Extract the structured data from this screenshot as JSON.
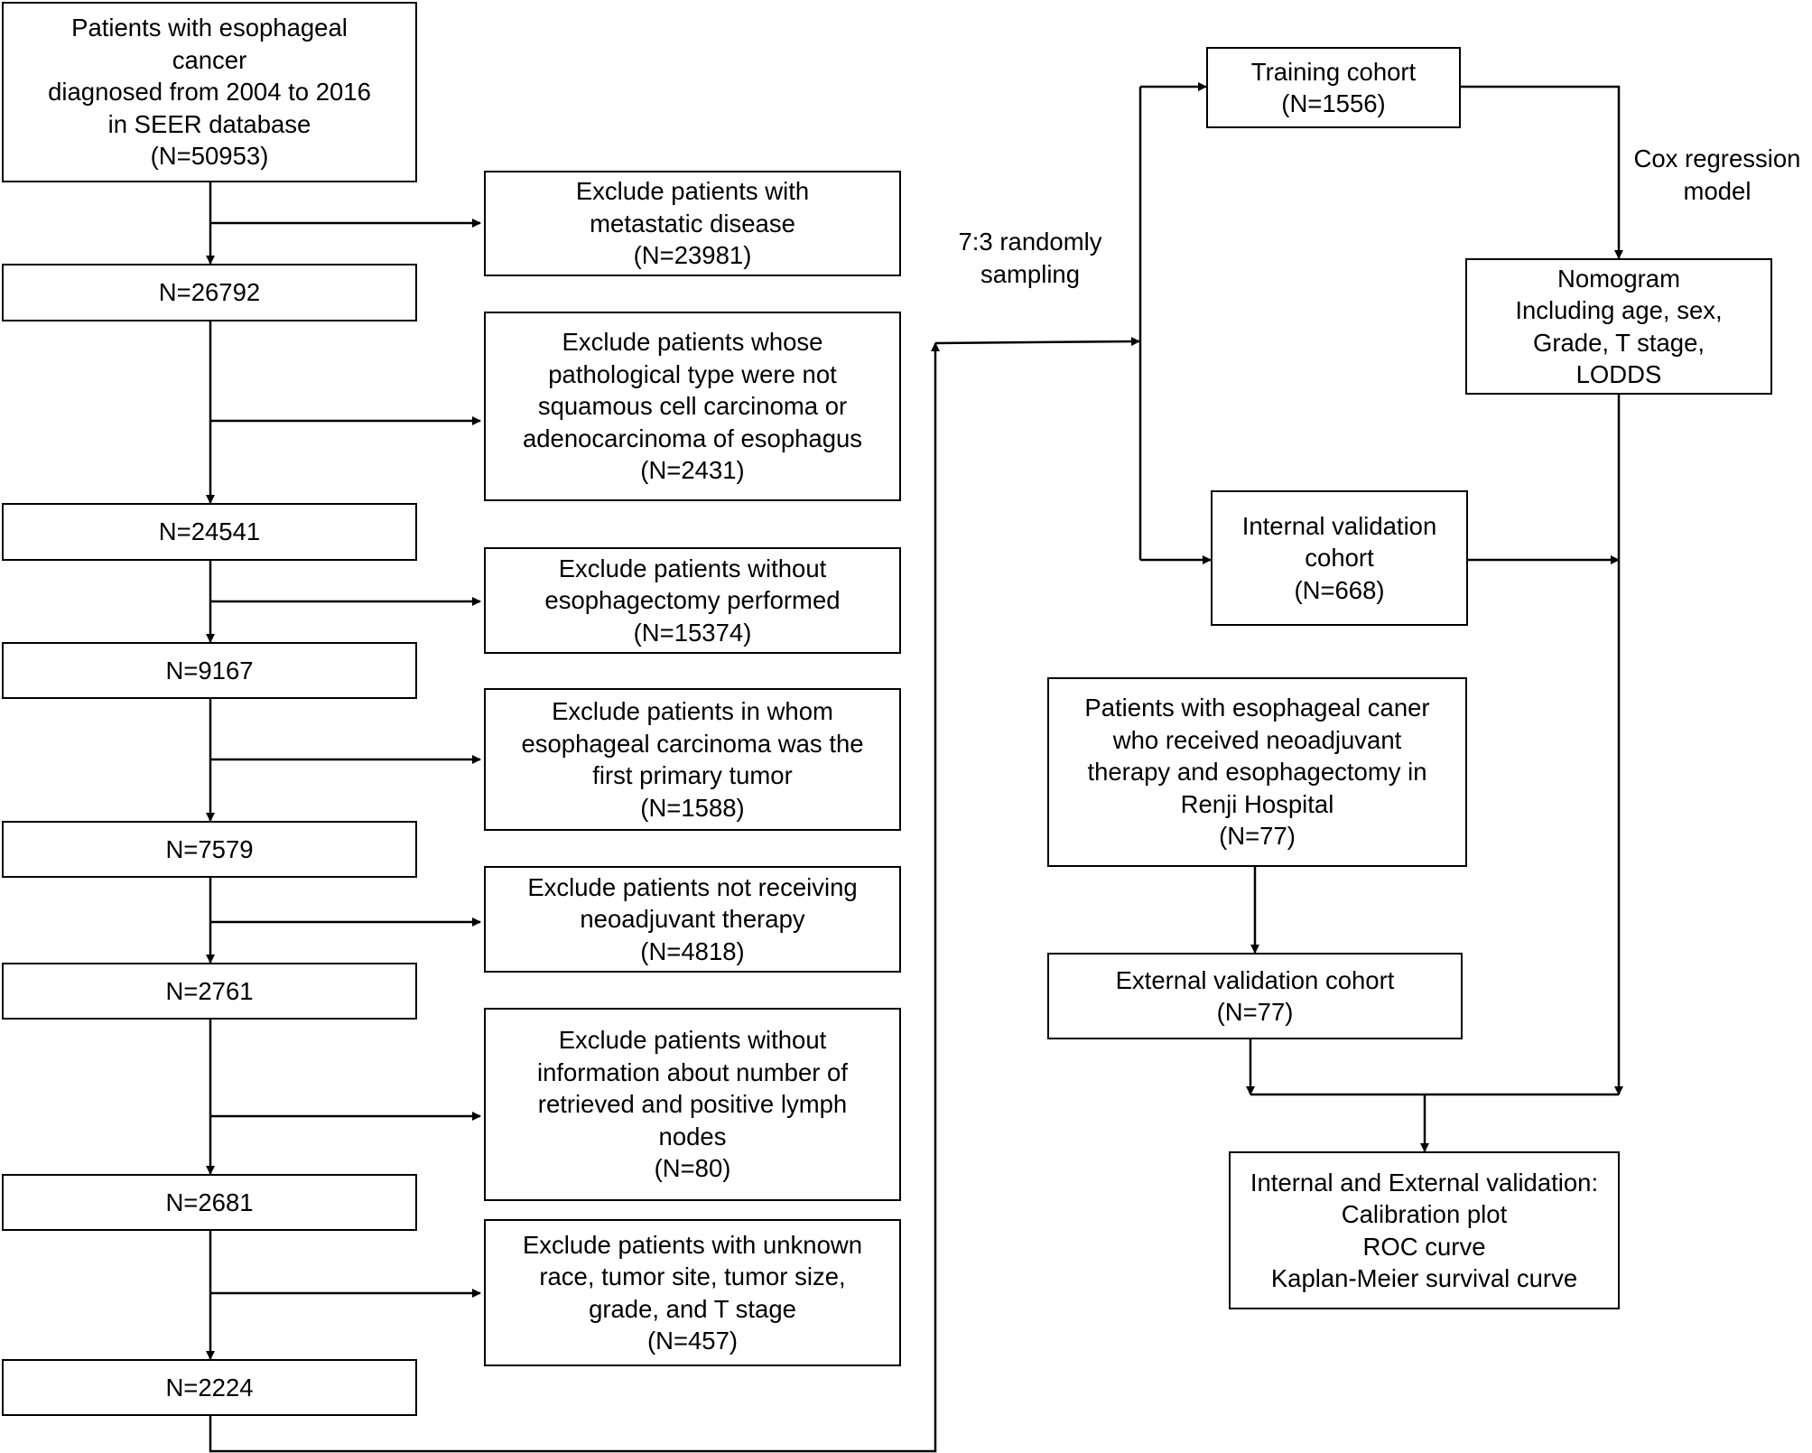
{
  "flowchart": {
    "seer_start": [
      "Patients with esophageal",
      "cancer",
      "diagnosed from 2004 to 2016",
      "in SEER database",
      "(N=50953)"
    ],
    "n1": "N=26792",
    "n2": "N=24541",
    "n3": "N=9167",
    "n4": "N=7579",
    "n5": "N=2761",
    "n6": "N=2681",
    "n7": "N=2224",
    "exclusions": [
      [
        "Exclude patients with",
        "metastatic disease",
        "(N=23981)"
      ],
      [
        "Exclude patients whose",
        "pathological type were not",
        "squamous cell carcinoma or",
        "adenocarcinoma of esophagus",
        "(N=2431)"
      ],
      [
        "Exclude patients without",
        "esophagectomy performed",
        "(N=15374)"
      ],
      [
        "Exclude patients in whom",
        "esophageal carcinoma was the",
        "first primary tumor",
        "(N=1588)"
      ],
      [
        "Exclude patients not receiving",
        "neoadjuvant therapy",
        "(N=4818)"
      ],
      [
        "Exclude patients without",
        "information about number of",
        "retrieved and positive lymph",
        "nodes",
        "(N=80)"
      ],
      [
        "Exclude patients with unknown",
        "race, tumor site, tumor size,",
        "grade, and T stage",
        "(N=457)"
      ]
    ],
    "sampling_label": [
      "7:3 randomly",
      "sampling"
    ],
    "training": [
      "Training cohort",
      "(N=1556)"
    ],
    "internal": [
      "Internal validation",
      "cohort",
      "(N=668)"
    ],
    "cox_label": [
      "Cox regression",
      "model"
    ],
    "nomogram": [
      "Nomogram",
      "Including age, sex,",
      "Grade, T stage,",
      "LODDS"
    ],
    "renji": [
      "Patients with esophageal caner",
      "who received neoadjuvant",
      "therapy and esophagectomy in",
      "Renji Hospital",
      "(N=77)"
    ],
    "external": [
      "External validation cohort",
      "(N=77)"
    ],
    "validation": [
      "Internal and External validation:",
      "Calibration plot",
      "ROC curve",
      "Kaplan-Meier survival curve"
    ]
  }
}
